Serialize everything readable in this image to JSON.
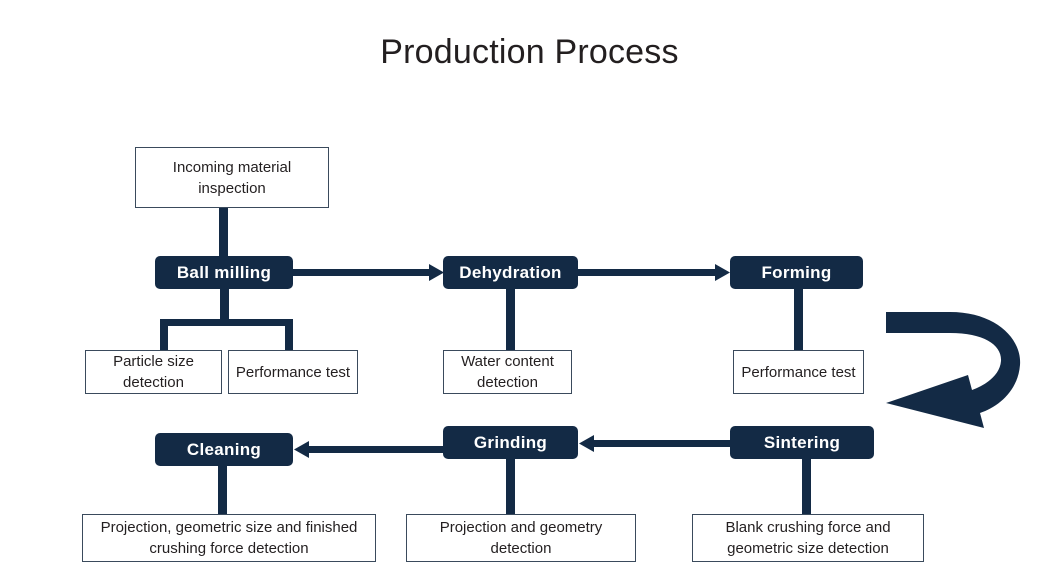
{
  "diagram": {
    "title": "Production Process",
    "colors": {
      "process_box": "#132a45",
      "connector": "#132a45",
      "detection_border": "#3a4a5c",
      "text_dark": "#231f20",
      "text_light": "#ffffff",
      "background": "#ffffff"
    },
    "process_steps": [
      {
        "id": "ball-milling",
        "label": "Ball milling"
      },
      {
        "id": "dehydration",
        "label": "Dehydration"
      },
      {
        "id": "forming",
        "label": "Forming"
      },
      {
        "id": "sintering",
        "label": "Sintering"
      },
      {
        "id": "grinding",
        "label": "Grinding"
      },
      {
        "id": "cleaning",
        "label": "Cleaning"
      }
    ],
    "input_step": {
      "id": "incoming-material-inspection",
      "label": "Incoming material inspection"
    },
    "detection_steps": [
      {
        "id": "particle-size-detection",
        "label": "Particle size detection",
        "parent": "ball-milling"
      },
      {
        "id": "performance-test-ball-milling",
        "label": "Performance test",
        "parent": "ball-milling"
      },
      {
        "id": "water-content-detection",
        "label": "Water content detection",
        "parent": "dehydration"
      },
      {
        "id": "performance-test-forming",
        "label": "Performance test",
        "parent": "forming"
      },
      {
        "id": "blank-crushing-force-detection",
        "label": "Blank crushing force and geometric size detection",
        "parent": "sintering"
      },
      {
        "id": "projection-and-geometry-detection",
        "label": "Projection and geometry detection",
        "parent": "grinding"
      },
      {
        "id": "finished-crushing-force-detection",
        "label": "Projection, geometric size and finished crushing force detection",
        "parent": "cleaning"
      }
    ],
    "flow": [
      {
        "from": "incoming-material-inspection",
        "to": "ball-milling",
        "direction": "down"
      },
      {
        "from": "ball-milling",
        "to": "dehydration",
        "direction": "right"
      },
      {
        "from": "dehydration",
        "to": "forming",
        "direction": "right"
      },
      {
        "from": "forming",
        "to": "sintering",
        "direction": "wrap-down"
      },
      {
        "from": "sintering",
        "to": "grinding",
        "direction": "left"
      },
      {
        "from": "grinding",
        "to": "cleaning",
        "direction": "left"
      }
    ]
  }
}
